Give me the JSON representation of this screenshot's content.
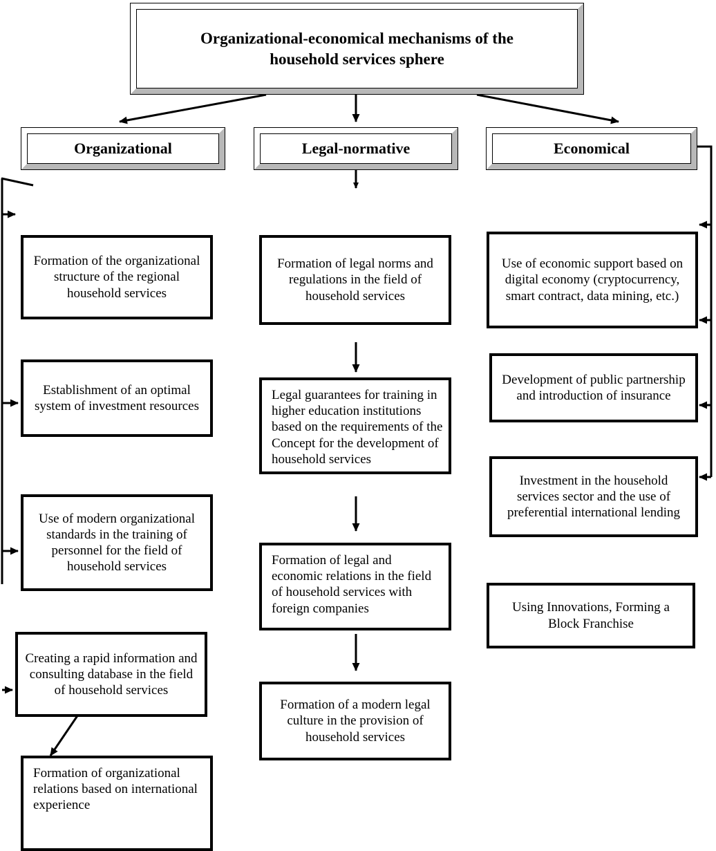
{
  "diagram": {
    "title_box": {
      "label": "Organizational-economical mechanisms of the household  services sphere",
      "line1": "Organizational-economical mechanisms of the",
      "line2": "household  services sphere"
    },
    "categories": [
      {
        "id": "organizational",
        "label": "Organizational"
      },
      {
        "id": "legal-normative",
        "label": "Legal-normative"
      },
      {
        "id": "economical",
        "label": "Economical"
      }
    ],
    "columns": {
      "organizational": {
        "heading": "Organizational",
        "items": [
          {
            "id": "org-1",
            "text": "Formation of the organizational structure of the regional household services",
            "align": "center"
          },
          {
            "id": "org-2",
            "text": "Establishment of an optimal system of investment resources",
            "align": "center"
          },
          {
            "id": "org-3",
            "text": "Use of modern organizational standards in the training of personnel for the field of household services",
            "align": "center"
          },
          {
            "id": "org-4",
            "text": "Creating a rapid information and consulting database in the field of household services",
            "align": "center"
          },
          {
            "id": "org-5",
            "text": "Formation of organizational relations based on international experience",
            "align": "left"
          }
        ]
      },
      "legal_normative": {
        "heading": "Legal-normative",
        "items": [
          {
            "id": "leg-1",
            "text": "Formation of legal norms and regulations in the field of household services",
            "align": "center"
          },
          {
            "id": "leg-2",
            "text": "Legal guarantees for training in higher education institutions based on the requirements of the Concept for the development of household services",
            "align": "left"
          },
          {
            "id": "leg-3",
            "text": "Formation of legal and economic relations in the field of household services with foreign companies",
            "align": "left"
          },
          {
            "id": "leg-4",
            "text": "Formation of a modern legal culture in the provision of household services",
            "align": "center"
          }
        ]
      },
      "economical": {
        "heading": "Economical",
        "items": [
          {
            "id": "eco-1",
            "text": "Use of economic support based on digital economy (cryptocurrency, smart contract, data mining, etc.)",
            "align": "center"
          },
          {
            "id": "eco-2",
            "text": "Development of public partnership and introduction of insurance",
            "align": "center"
          },
          {
            "id": "eco-3",
            "text": "Investment in the household services sector and the use of preferential international lending",
            "align": "center"
          },
          {
            "id": "eco-4",
            "text": "Using Innovations, Forming a Block Franchise",
            "align": "center"
          }
        ]
      }
    },
    "colors": {
      "line": "#000000",
      "box_fill": "#ffffff",
      "bevel_shadow": "#b8b8b8",
      "bevel_highlight": "#ffffff",
      "text": "#000000"
    }
  }
}
